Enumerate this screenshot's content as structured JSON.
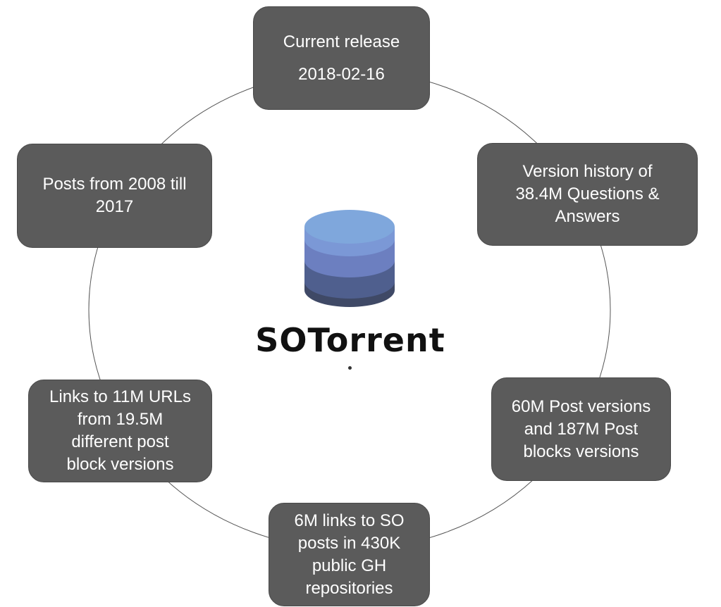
{
  "center": {
    "logo_text": "SOTorrent"
  },
  "boxes": {
    "top": [
      "Current release",
      "2018-02-16"
    ],
    "right_top": [
      "Version history of",
      "38.4M Questions &",
      "Answers"
    ],
    "right_bottom": [
      "60M Post versions",
      "and 187M Post",
      "blocks versions"
    ],
    "bottom": [
      "6M links to SO",
      "posts in 430K",
      "public GH",
      "repositories"
    ],
    "left_bottom": [
      "Links to 11M URLs",
      "from 19.5M",
      "different post",
      "block versions"
    ],
    "left_top": [
      "Posts from 2008 till",
      "2017"
    ]
  },
  "colors": {
    "box_fill": "#5b5b5b",
    "box_text": "#ffffff",
    "ring": "#555555",
    "db_top": "#7fa7dc",
    "db_layer2": "#6c7fc0",
    "db_layer3": "#4f5f8e",
    "db_bottom": "#3f4966"
  }
}
